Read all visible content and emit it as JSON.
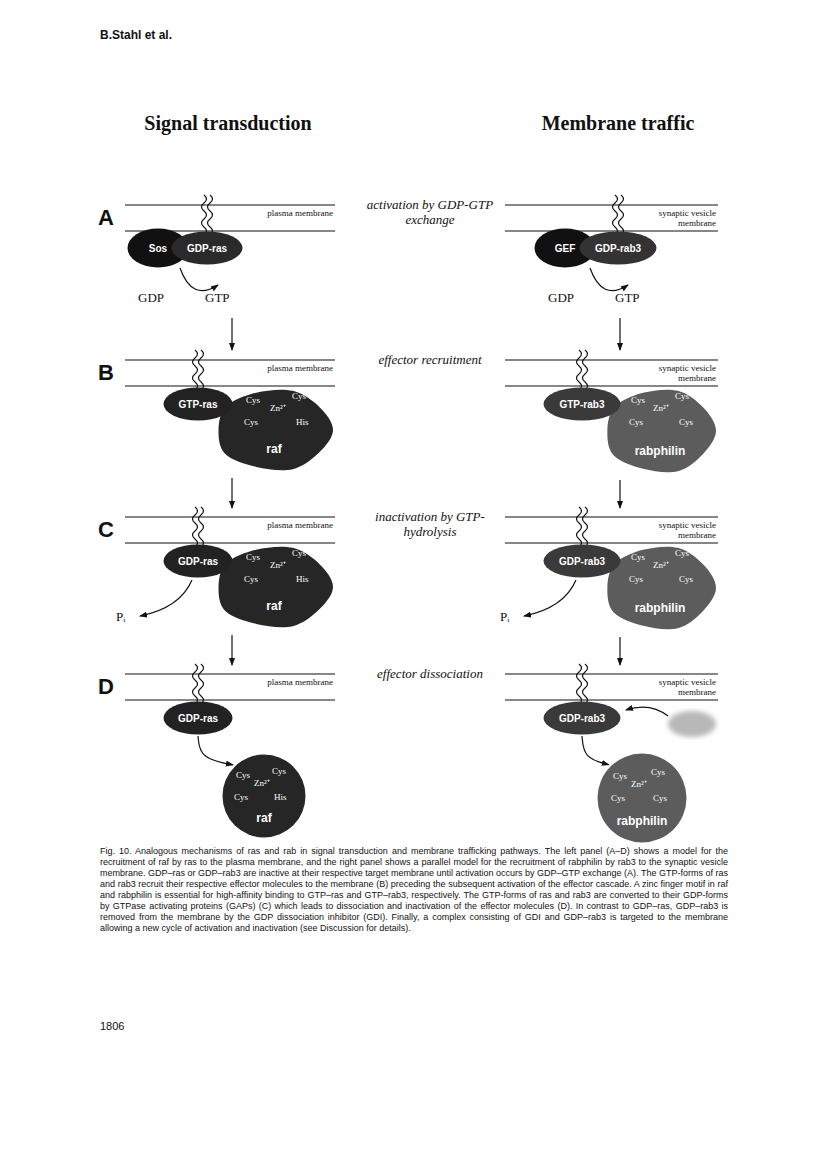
{
  "diagram": {
    "caption": "Fig. 10. Analogous mechanisms of ras and rab in signal transduction and membrane trafficking pathways. The left panel (A–D) shows a model for the recruitment of raf by ras to the plasma membrane, and the right panel shows a parallel model for the recruitment of rabphilin by rab3 to the synaptic vesicle membrane. GDP–ras or GDP–rab3 are inactive at their respective target membrane until activation occurs by GDP–GTP exchange (A). The GTP-forms of ras and rab3 recruit their respective effector molecules to the membrane (B) preceding the subsequent activation of the effector cascade. A zinc finger motif in raf and rabphilin is essential for high-affinity binding to GTP–ras and GTP–rab3, respectively. The GTP-forms of ras and rab3 are converted to their GDP-forms by GTPase activating proteins (GAPs) (C) which leads to dissociation and inactivation of the effector molecules (D). In contrast to GDP–ras, GDP–rab3 is removed from the membrane by the GDP dissociation inhibitor (GDI). Finally, a complex consisting of GDI and GDP–rab3 is targeted to the membrane allowing a new cycle of activation and inactivation (see Discussion for details).",
    "nodes": [
      {
        "text": [
          "Sos"
        ]
      },
      {
        "text": [
          "GDP-ras"
        ]
      },
      {
        "text": [
          "GEF"
        ]
      },
      {
        "text": [
          "GDP-rab3"
        ]
      },
      {
        "text": [
          "GTP-ras"
        ]
      },
      {
        "text": [
          "Cys",
          "Cys",
          "Zn²⁺",
          "Cys",
          "His",
          "raf"
        ]
      },
      {
        "text": [
          "GTP-rab3"
        ]
      },
      {
        "text": [
          "Cys",
          "Cys",
          "Zn²⁺",
          "Cys",
          "Cys",
          "rabphilin"
        ]
      },
      {
        "text": [
          "GDP-ras"
        ]
      },
      {
        "text": [
          "Cys",
          "Cys",
          "Zn²⁺",
          "Cys",
          "His",
          "raf"
        ]
      },
      {
        "text": [
          "GDP-rab3"
        ]
      },
      {
        "text": [
          "Cys",
          "Cys",
          "Zn²⁺",
          "Cys",
          "Cys",
          "rabphilin"
        ]
      },
      {
        "text": [
          "GDP-ras"
        ]
      },
      {
        "text": [
          "Cys",
          "Cys",
          "Zn²⁺",
          "Cys",
          "His",
          "raf"
        ]
      },
      {
        "text": [
          "GDP-rab3"
        ]
      },
      {
        "text": [
          "Cys",
          "Cys",
          "Zn²⁺",
          "Cys",
          "Cys",
          "rabphilin"
        ]
      }
    ],
    "edges": [
      {
        "from": 12,
        "to": 13,
        "arrow": "to"
      },
      {
        "from": 14,
        "to": 15,
        "arrow": "to"
      }
    ],
    "labels": [
      "B.Stahl et al.",
      "Signal transduction",
      "Membrane traffic",
      "A",
      "activation by GDP-GTP exchange",
      "plasma membrane",
      "synaptic vesicle membrane",
      "GDP",
      "GTP",
      "GDP",
      "GTP",
      "B",
      "effector recruitment",
      "plasma membrane",
      "synaptic vesicle membrane",
      "C",
      "inactivation by GTP-hydrolysis",
      "plasma membrane",
      "synaptic vesicle membrane",
      "Pᵢ",
      "Pᵢ",
      "D",
      "effector dissociation",
      "plasma membrane",
      "synaptic vesicle membrane",
      "1806"
    ]
  }
}
